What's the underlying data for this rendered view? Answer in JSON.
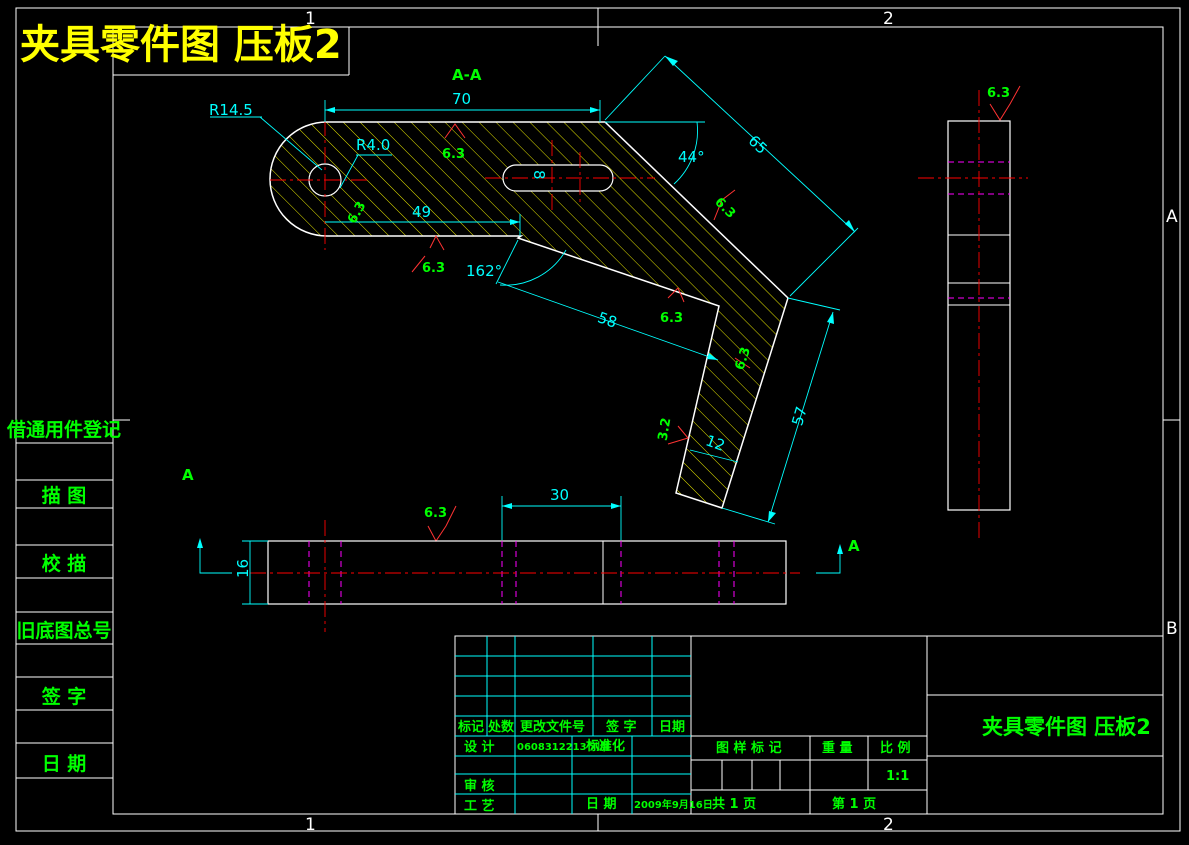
{
  "title": "夹具零件图 压板2",
  "section_label": "A-A",
  "view_marks": {
    "a_left": "A",
    "a_right": "A"
  },
  "zone_marks": {
    "top_1": "1",
    "top_2": "2",
    "bottom_1": "1",
    "bottom_2": "2",
    "side_a": "A",
    "side_b": "B"
  },
  "dimensions": {
    "d70": "70",
    "d65": "65",
    "d49": "49",
    "d58": "58",
    "d57": "57",
    "d12": "12",
    "d30": "30",
    "d16": "16",
    "d8": "8",
    "r145": "R14.5",
    "r40": "R4.0",
    "a44": "44°",
    "a162": "162°"
  },
  "roughness": {
    "r1": "6.3",
    "r2": "6.3",
    "r3": "6.3",
    "r4": "6.3",
    "r5": "6.3",
    "r6": "6.3",
    "r7": "3.2",
    "r8": "6.3",
    "r9": "6.3"
  },
  "left_strip": [
    "借通用件登记",
    "描 图",
    "校 描",
    "旧底图总号",
    "签 字",
    "日 期"
  ],
  "title_block": {
    "h_mark": "标记",
    "h_count": "处数",
    "h_docno": "更改文件号",
    "h_sign": "签 字",
    "h_date": "日期",
    "design_label": "设 计",
    "design_value": "0608312213 刘健",
    "standard_label": "标准化",
    "review_label": "审 核",
    "process_label": "工 艺",
    "date_label": "日 期",
    "date_value": "2009年9月16日",
    "drawing_mark": "图 样 标 记",
    "weight": "重 量",
    "scale_label": "比 例",
    "scale_value": "1:1",
    "total_pages": "共  1  页",
    "page_no": "第  1  页",
    "part_name": "夹具零件图 压板2"
  },
  "colors": {
    "background": "#000000",
    "outline": "#ffffff",
    "dimension": "#00ffff",
    "text": "#00ff00",
    "title": "#ffff00",
    "centerline": "#ff0000",
    "hidden": "#ff00ff",
    "hatch": "#ffff00"
  }
}
